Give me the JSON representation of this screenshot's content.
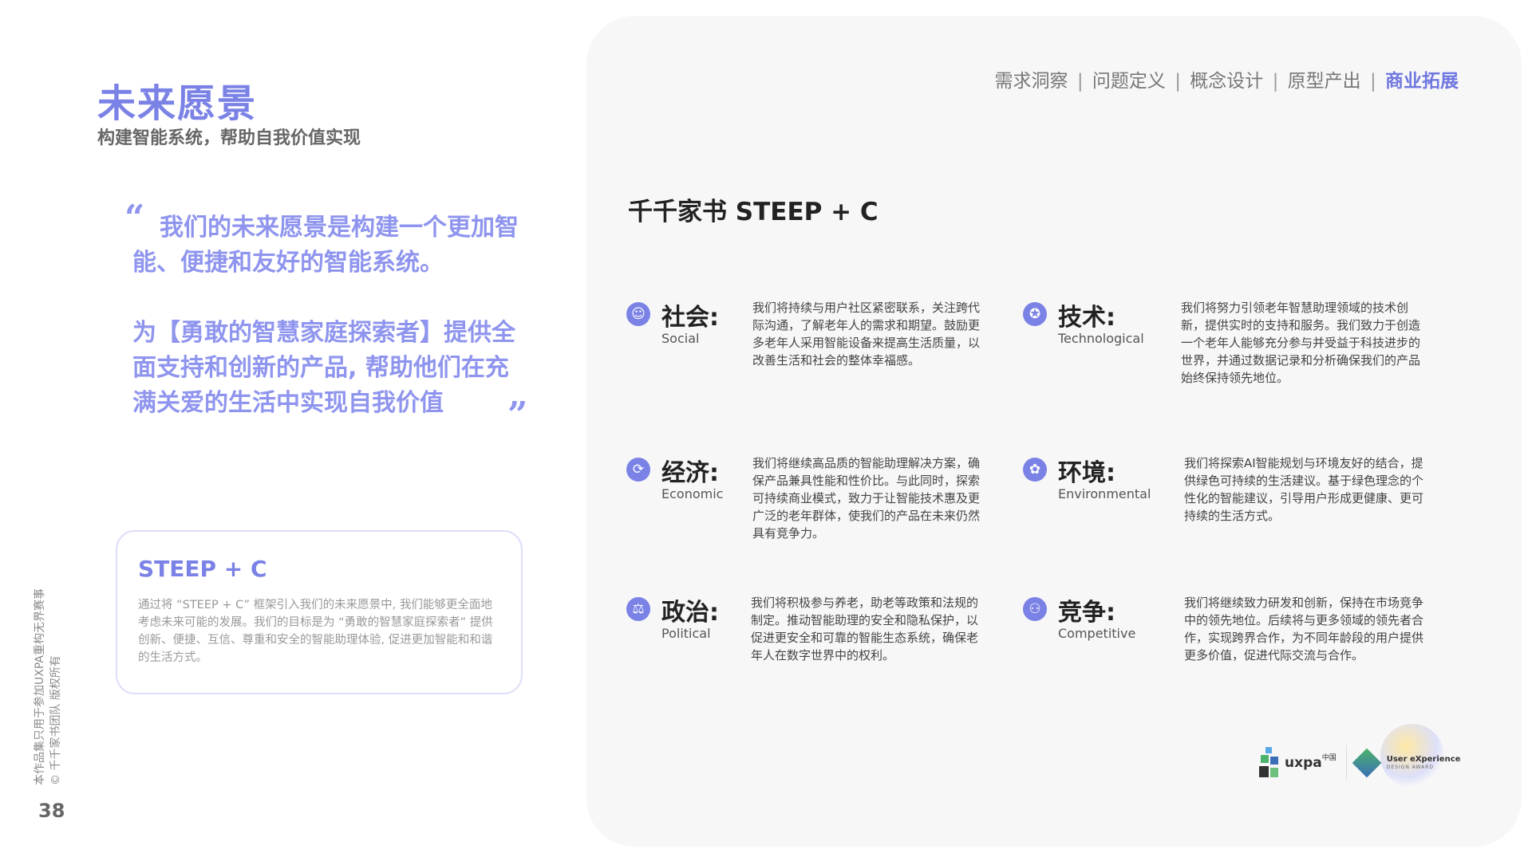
{
  "left": {
    "title": "未来愿景",
    "subtitle": "构建智能系统，帮助自我价值实现",
    "quote_open": "“",
    "quote_close": "”",
    "quote_p1": "我们的未来愿景是构建一个更加智能、便捷和友好的智能系统。",
    "quote_p2": "为【勇敢的智慧家庭探索者】提供全面支持和创新的产品, 帮助他们在充满关爱的生活中实现自我价值",
    "card_title": "STEEP + C",
    "card_text": "通过将 “STEEP + C” 框架引入我们的未来愿景中, 我们能够更全面地考虑未来可能的发展。我们的目标是为 “勇敢的智慧家庭探索者” 提供创新、便捷、互信、尊重和安全的智能助理体验, 促进更加智能和和谐的生活方式。",
    "side_note_line1": "本作品集只用于参加UXPA重构无界赛事",
    "side_note_line2": "© 千千家书团队 版权所有",
    "page_number": "38"
  },
  "nav": {
    "items": [
      "需求洞察",
      "问题定义",
      "概念设计",
      "原型产出",
      "商业拓展"
    ],
    "separator": "|",
    "active_index": 4
  },
  "panel_title": "千千家书 STEEP + C",
  "items": [
    {
      "name": "社会:",
      "en": "Social",
      "icon": "person-icon",
      "desc": "我们将持续与用户社区紧密联系，关注跨代际沟通，了解老年人的需求和期望。鼓励更多老年人采用智能设备来提高生活质量，以改善生活和社会的整体幸福感。"
    },
    {
      "name": "技术:",
      "en": "Technological",
      "icon": "badge-icon",
      "desc": "我们将努力引领老年智慧助理领域的技术创新，提供实时的支持和服务。我们致力于创造一个老年人能够充分参与并受益于科技进步的世界，并通过数据记录和分析确保我们的产品始终保持领先地位。"
    },
    {
      "name": "经济:",
      "en": "Economic",
      "icon": "cycle-icon",
      "desc": "我们将继续高品质的智能助理解决方案，确保产品兼具性能和性价比。与此同时，探索可持续商业模式，致力于让智能技术惠及更广泛的老年群体，使我们的产品在未来仍然具有竞争力。"
    },
    {
      "name": "环境:",
      "en": "Environmental",
      "icon": "palm-tree-icon",
      "desc": "我们将探索AI智能规划与环境友好的结合，提供绿色可持续的生活建议。基于绿色理念的个性化的智能建议，引导用户形成更健康、更可持续的生活方式。"
    },
    {
      "name": "政治:",
      "en": "Political",
      "icon": "gavel-icon",
      "desc": "我们将积极参与养老，助老等政策和法规的制定。推动智能助理的安全和隐私保护，以促进更安全和可靠的智能生态系统，确保老年人在数字世界中的权利。"
    },
    {
      "name": "竞争:",
      "en": "Competitive",
      "icon": "group-icon",
      "desc": "我们将继续致力研发和创新，保持在市场竞争中的领先地位。后续将与更多领域的领先者合作，实现跨界合作，为不同年龄段的用户提供更多价值，促进代际交流与合作。"
    }
  ],
  "logos": {
    "uxpa_text": "uxpa",
    "uxpa_cn": "中国",
    "ux_award_line1": "User eXperience",
    "ux_award_line2": "DESIGN AWARD"
  },
  "colors": {
    "accent": "#7b82e6",
    "quote": "#8f95ee",
    "panel_bg": "#f7f7f8"
  }
}
